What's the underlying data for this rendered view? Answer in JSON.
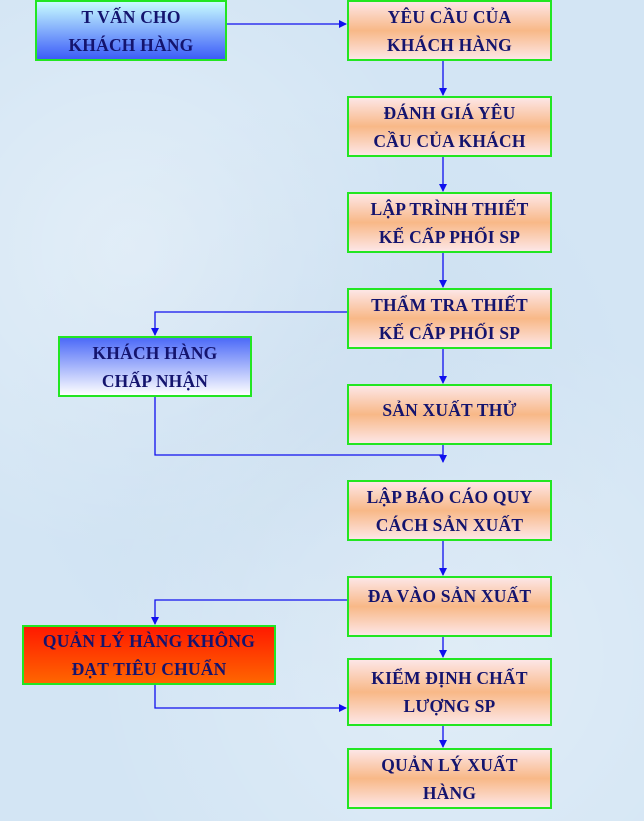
{
  "nodes": {
    "consult": "T VẤN CHO\nKHÁCH HÀNG",
    "requirements": "YÊU CẦU CỦA\nKHÁCH HÀNG",
    "evaluate": "ĐÁNH GIÁ YÊU\nCẦU CỦA KHÁCH",
    "design": "LẬP  TRÌNH THIẾT\nKẾ CẤP PHỐI SP",
    "verify": "THẨM TRA THIẾT\nKẾ CẤP PHỐI SP",
    "customer_accept": "KHÁCH HÀNG\nCHẤP NHẬN",
    "trial": "SẢN XUẤT THỬ",
    "report": "LẬP BÁO CÁO QUY\nCÁCH SẢN XUẤT",
    "production": "ĐA VÀO SẢN XUẤT",
    "nonconforming": "QUẢN LÝ HÀNG KHÔNG\nĐẠT TIÊU CHUẨN",
    "quality": "KIỂM ĐỊNH CHẤT\nLƯỢNG SP",
    "shipping": "QUẢN LÝ XUẤT\nHÀNG"
  },
  "colors": {
    "border": "#22e622",
    "arrow": "#1010ee",
    "text": "#14146e"
  }
}
